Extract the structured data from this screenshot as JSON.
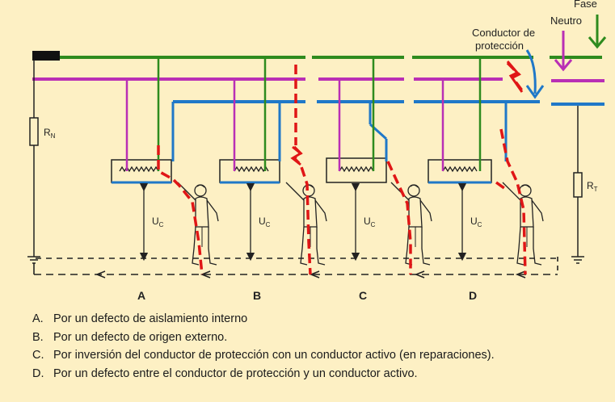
{
  "labels": {
    "fase": "Fase",
    "neutro": "Neutro",
    "conductor_line1": "Conductor de",
    "conductor_line2": "protección",
    "rn": "R",
    "rn_sub": "N",
    "rt": "R",
    "rt_sub": "T",
    "uc": "U",
    "uc_sub": "C"
  },
  "cases": [
    "A",
    "B",
    "C",
    "D"
  ],
  "legend": [
    {
      "key": "A.",
      "text": "Por un defecto de aislamiento interno"
    },
    {
      "key": "B.",
      "text": "Por un defecto de origen externo."
    },
    {
      "key": "C.",
      "text": "Por inversión del conductor de protección con un conductor activo (en reparaciones)."
    },
    {
      "key": "D.",
      "text": "Por un defecto entre el conductor de protección y un conductor activo."
    }
  ],
  "colors": {
    "background": "#fdf0c4",
    "fase": "#2e8b1e",
    "neutro": "#b92fb5",
    "proteccion": "#1f78c8",
    "fault": "#e01616",
    "line": "#222222"
  },
  "icons": [
    "resistor-icon",
    "ground-icon",
    "heater-coil-icon",
    "person-icon",
    "arrow-down-icon"
  ]
}
